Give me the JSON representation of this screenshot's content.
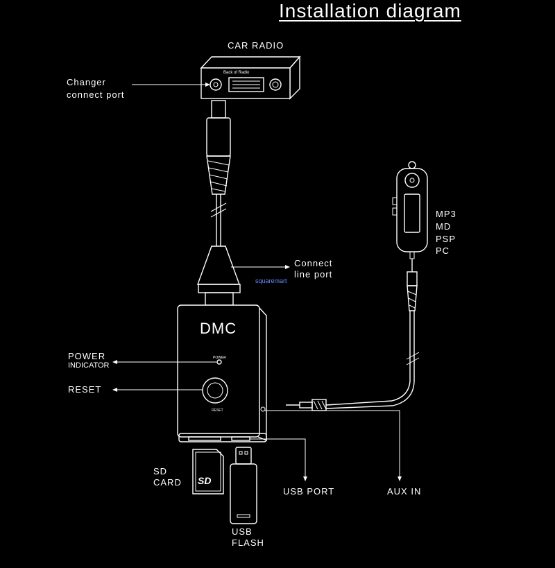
{
  "title": "Installation diagram",
  "watermark": "squaremart",
  "labels": {
    "car_radio": "CAR RADIO",
    "back_of_radio": "Back of Radio",
    "changer_line1": "Changer",
    "changer_line2": "connect  port",
    "connect_line1": "Connect",
    "connect_line2": "line port",
    "dmc": "DMC",
    "power_line1": "POWER",
    "power_line2": "INDICATOR",
    "reset": "RESET",
    "power_small": "POWER",
    "reset_small": "RESET",
    "device_list": [
      "MP3",
      "MD",
      "PSP",
      "PC"
    ],
    "sd_line1": "SD",
    "sd_line2": "CARD",
    "sd_logo": "SD",
    "usb_port": "USB  PORT",
    "aux_in": "AUX  IN",
    "usb_flash_line1": "USB",
    "usb_flash_line2": "FLASH"
  }
}
